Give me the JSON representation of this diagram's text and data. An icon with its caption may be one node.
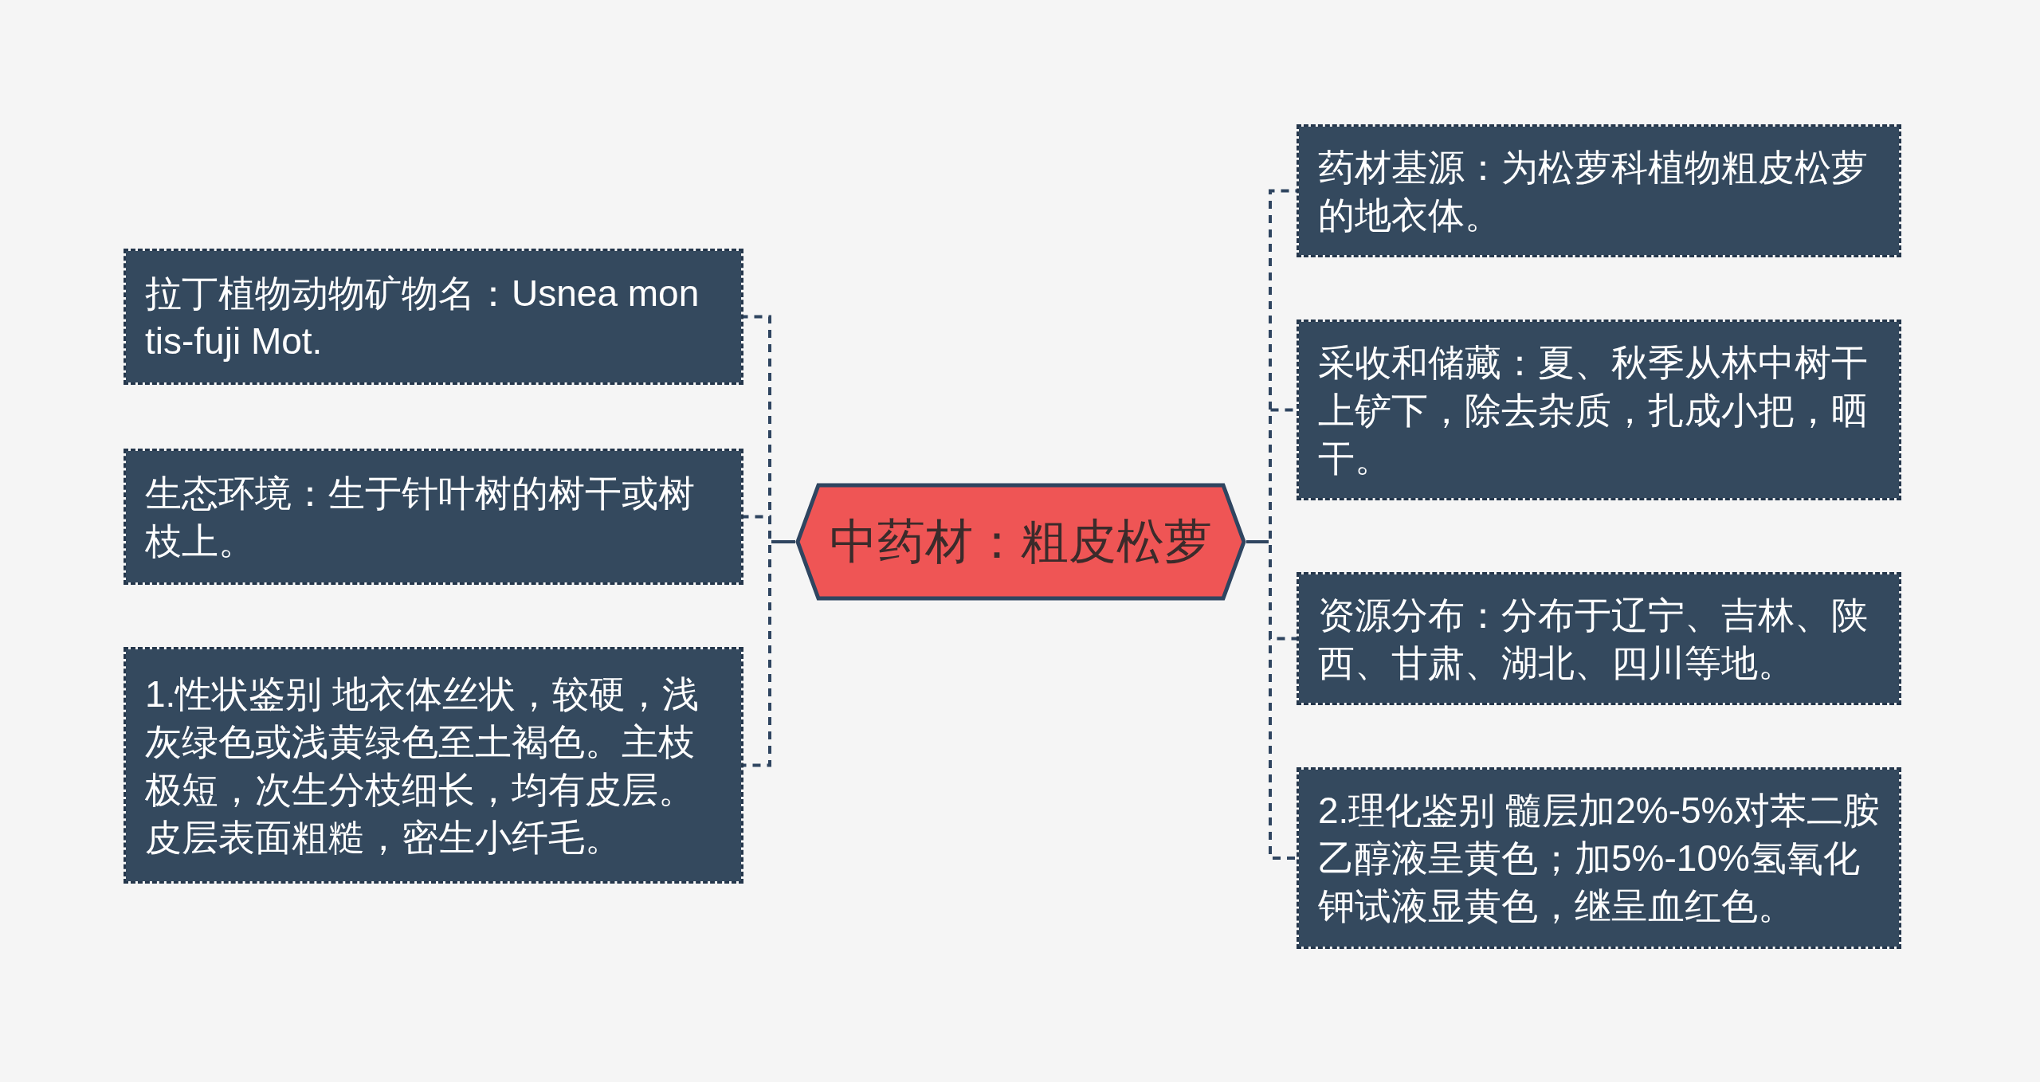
{
  "diagram": {
    "nodes": [
      {
        "text": [
          "中药材：粗皮松萝"
        ]
      },
      {
        "text": [
          "拉丁植物动物矿物名：Usnea montis-fuji Mot."
        ]
      },
      {
        "text": [
          "生态环境：生于针叶树的树干或树枝上。"
        ]
      },
      {
        "text": [
          "1.性状鉴别 地衣体丝状，较硬，浅灰绿色或浅黄绿色至土褐色。主枝极短，次生分枝细长，均有皮层。皮层表面粗糙，密生小纤毛。"
        ]
      },
      {
        "text": [
          "药材基源：为松萝科植物粗皮松萝的地衣体。"
        ]
      },
      {
        "text": [
          "采收和储藏：夏、秋季从林中树干上铲下，除去杂质，扎成小把，晒干。"
        ]
      },
      {
        "text": [
          "资源分布：分布于辽宁、吉林、陕西、甘肃、湖北、四川等地。"
        ]
      },
      {
        "text": [
          "2.理化鉴别 髓层加2%-5%对苯二胺乙醇液呈黄色；加5%-10%氢氧化钾试液显黄色，继呈血红色。"
        ]
      }
    ],
    "edges": [
      {
        "from": 0,
        "to": 1,
        "arrow": "none"
      },
      {
        "from": 0,
        "to": 2,
        "arrow": "none"
      },
      {
        "from": 0,
        "to": 3,
        "arrow": "none"
      },
      {
        "from": 0,
        "to": 4,
        "arrow": "none"
      },
      {
        "from": 0,
        "to": 5,
        "arrow": "none"
      },
      {
        "from": 0,
        "to": 6,
        "arrow": "none"
      },
      {
        "from": 0,
        "to": 7,
        "arrow": "none"
      }
    ]
  }
}
